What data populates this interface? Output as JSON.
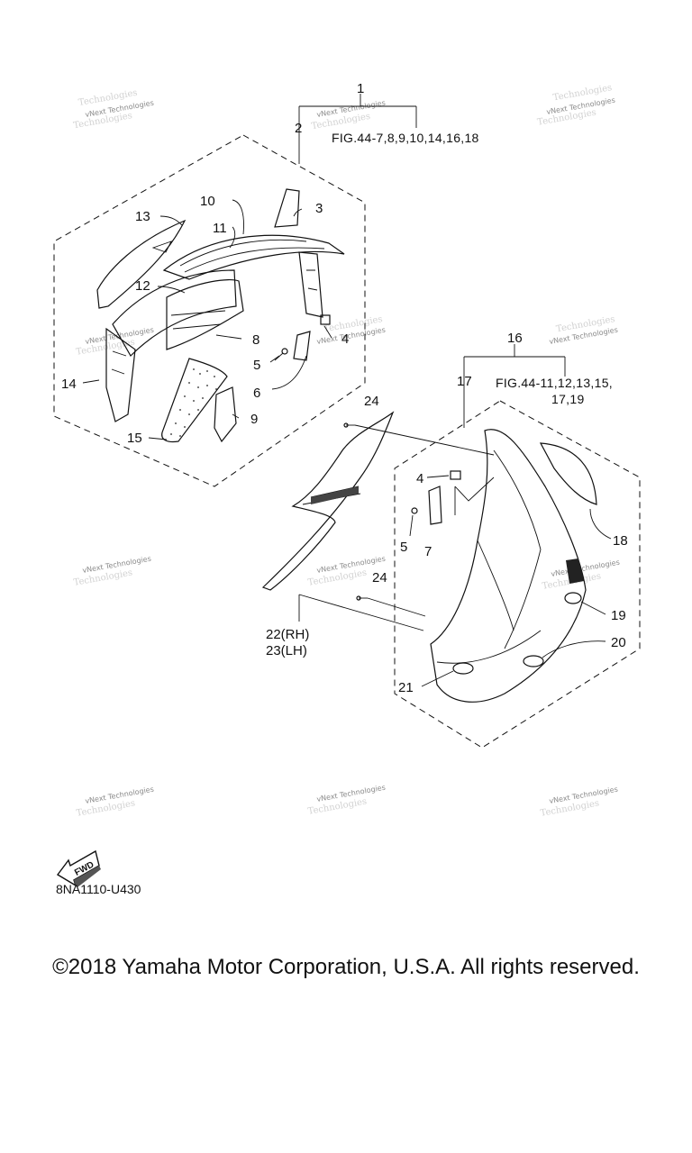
{
  "callouts": {
    "c1": "1",
    "c2": "2",
    "c3": "3",
    "c4a": "4",
    "c5a": "5",
    "c6": "6",
    "c8": "8",
    "c9": "9",
    "c10": "10",
    "c11": "11",
    "c12": "12",
    "c13": "13",
    "c14": "14",
    "c15": "15",
    "c16": "16",
    "c17": "17",
    "c18": "18",
    "c19": "19",
    "c20": "20",
    "c21": "21",
    "c22": "22(RH)",
    "c23": "23(LH)",
    "c24a": "24",
    "c24b": "24",
    "c4b": "4",
    "c5b": "5",
    "c7": "7"
  },
  "refs": {
    "top": "FIG.44-7,8,9,10,14,16,18",
    "right_line1": "FIG.44-11,12,13,15,",
    "right_line2": "17,19"
  },
  "watermark": {
    "line1": "vNext Technologies",
    "line2": "Technologies"
  },
  "fwd_label": "FWD",
  "diagram_code": "8NA1110-U430",
  "copyright": "©2018 Yamaha Motor Corporation, U.S.A. All rights reserved."
}
